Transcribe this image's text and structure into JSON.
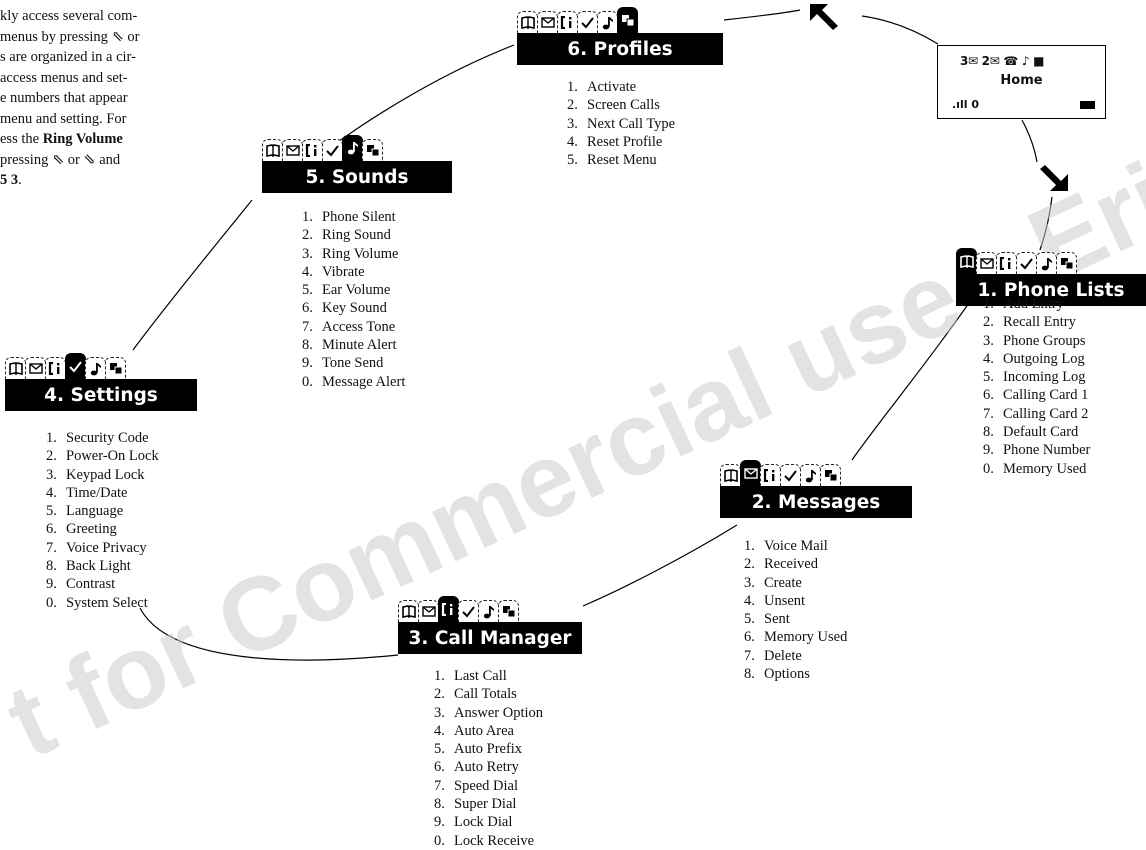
{
  "intro": {
    "line1": "kly access several com-",
    "line2a": "menus by pressing ",
    "line2b": " or",
    "line3": "s are organized in a cir-",
    "line4": "access menus and set-",
    "line5": "e numbers that appear",
    "line6": "menu and setting. For",
    "line7a": "ess the ",
    "line7b": "Ring Volume",
    "line8a": "pressing ",
    "line8b": " or ",
    "line8c": " and",
    "line9": "5 3",
    "line9_end": "."
  },
  "menus": {
    "profiles": {
      "title": "6. Profiles",
      "items": [
        {
          "n": "1.",
          "label": "Activate"
        },
        {
          "n": "2.",
          "label": "Screen Calls"
        },
        {
          "n": "3.",
          "label": "Next Call Type"
        },
        {
          "n": "4.",
          "label": "Reset Profile"
        },
        {
          "n": "5.",
          "label": "Reset Menu"
        }
      ]
    },
    "sounds": {
      "title": "5. Sounds",
      "items": [
        {
          "n": "1.",
          "label": "Phone Silent"
        },
        {
          "n": "2.",
          "label": "Ring Sound"
        },
        {
          "n": "3.",
          "label": "Ring Volume"
        },
        {
          "n": "4.",
          "label": "Vibrate"
        },
        {
          "n": "5.",
          "label": "Ear Volume"
        },
        {
          "n": "6.",
          "label": "Key Sound"
        },
        {
          "n": "7.",
          "label": "Access Tone"
        },
        {
          "n": "8.",
          "label": "Minute Alert"
        },
        {
          "n": "9.",
          "label": "Tone Send"
        },
        {
          "n": "0.",
          "label": "Message Alert"
        }
      ]
    },
    "settings": {
      "title": "4. Settings",
      "items": [
        {
          "n": "1.",
          "label": "Security Code"
        },
        {
          "n": "2.",
          "label": "Power-On Lock"
        },
        {
          "n": "3.",
          "label": "Keypad Lock"
        },
        {
          "n": "4.",
          "label": "Time/Date"
        },
        {
          "n": "5.",
          "label": "Language"
        },
        {
          "n": "6.",
          "label": "Greeting"
        },
        {
          "n": "7.",
          "label": "Voice Privacy"
        },
        {
          "n": "8.",
          "label": "Back Light"
        },
        {
          "n": "9.",
          "label": "Contrast"
        },
        {
          "n": "0.",
          "label": "System Select"
        }
      ]
    },
    "call_manager": {
      "title": "3. Call Manager",
      "items": [
        {
          "n": "1.",
          "label": "Last Call"
        },
        {
          "n": "2.",
          "label": "Call Totals"
        },
        {
          "n": "3.",
          "label": "Answer Option"
        },
        {
          "n": "4.",
          "label": "Auto Area"
        },
        {
          "n": "5.",
          "label": "Auto Prefix"
        },
        {
          "n": "6.",
          "label": "Auto Retry"
        },
        {
          "n": "7.",
          "label": "Speed Dial"
        },
        {
          "n": "8.",
          "label": "Super Dial"
        },
        {
          "n": "9.",
          "label": "Lock Dial"
        },
        {
          "n": "0.",
          "label": "Lock Receive"
        }
      ]
    },
    "messages": {
      "title": "2. Messages",
      "items": [
        {
          "n": "1.",
          "label": "Voice Mail"
        },
        {
          "n": "2.",
          "label": "Received"
        },
        {
          "n": "3.",
          "label": "Create"
        },
        {
          "n": "4.",
          "label": "Unsent"
        },
        {
          "n": "5.",
          "label": "Sent"
        },
        {
          "n": "6.",
          "label": "Memory Used"
        },
        {
          "n": "7.",
          "label": "Delete"
        },
        {
          "n": "8.",
          "label": "Options"
        }
      ]
    },
    "phone_lists": {
      "title": "1. Phone Lists",
      "items": [
        {
          "n": "1.",
          "label": "Add Entry"
        },
        {
          "n": "2.",
          "label": "Recall Entry"
        },
        {
          "n": "3.",
          "label": "Phone Groups"
        },
        {
          "n": "4.",
          "label": "Outgoing Log"
        },
        {
          "n": "5.",
          "label": "Incoming Log"
        },
        {
          "n": "6.",
          "label": "Calling Card 1"
        },
        {
          "n": "7.",
          "label": "Calling Card 2"
        },
        {
          "n": "8.",
          "label": "Default Card"
        },
        {
          "n": "9.",
          "label": "Phone Number"
        },
        {
          "n": "0.",
          "label": "Memory Used"
        }
      ]
    }
  },
  "menu_icons": [
    "phonebook-icon",
    "envelope-icon",
    "call-info-icon",
    "checkmark-icon",
    "music-note-icon",
    "profiles-icon"
  ],
  "display": {
    "top_row": "3✉ 2✉ ☎ ♪ ■",
    "home_label": "Home",
    "signal": ".ıll",
    "line_indicator": "0"
  },
  "nav_keys": {
    "left": "up-left-arrow-icon",
    "right": "down-right-arrow-icon"
  },
  "watermark": {
    "text": "t for Commercial use - Ericsson Inc",
    "color": "#cfcfcf"
  }
}
